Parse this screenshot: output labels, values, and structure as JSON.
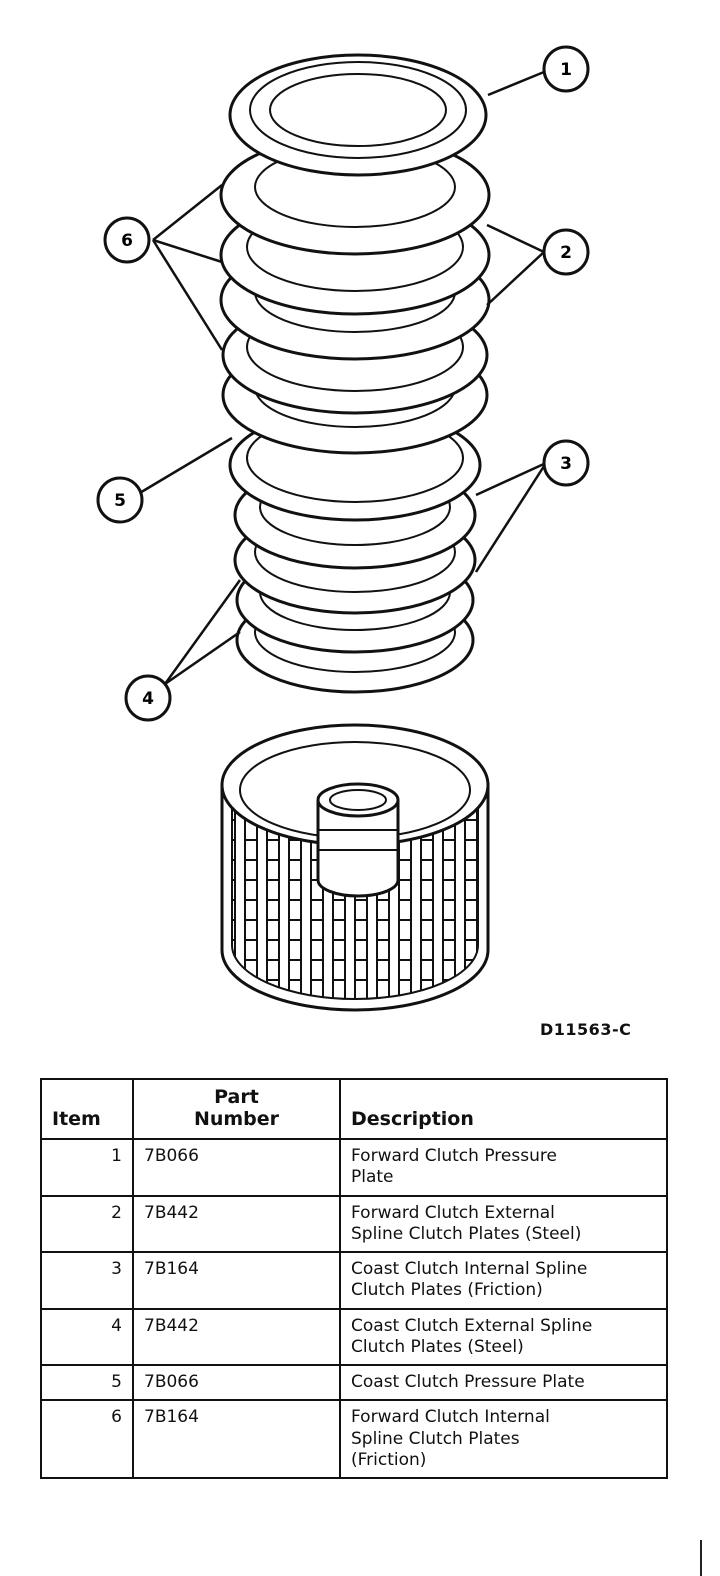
{
  "callouts": [
    "1",
    "2",
    "3",
    "4",
    "5",
    "6"
  ],
  "figure_id": "D11563-C",
  "table": {
    "headers": {
      "item": "Item",
      "part_line1": "Part",
      "part_line2": "Number",
      "description": "Description"
    },
    "rows": [
      {
        "item": "1",
        "part": "7B066",
        "desc": [
          "Forward Clutch Pressure",
          "Plate"
        ]
      },
      {
        "item": "2",
        "part": "7B442",
        "desc": [
          "Forward Clutch External",
          "Spline Clutch Plates (Steel)"
        ]
      },
      {
        "item": "3",
        "part": "7B164",
        "desc": [
          "Coast Clutch Internal Spline",
          "Clutch Plates (Friction)"
        ]
      },
      {
        "item": "4",
        "part": "7B442",
        "desc": [
          "Coast Clutch External Spline",
          "Clutch Plates (Steel)"
        ]
      },
      {
        "item": "5",
        "part": "7B066",
        "desc": [
          "Coast Clutch Pressure Plate"
        ]
      },
      {
        "item": "6",
        "part": "7B164",
        "desc": [
          "Forward Clutch Internal",
          "Spline Clutch Plates",
          "(Friction)"
        ]
      }
    ]
  }
}
